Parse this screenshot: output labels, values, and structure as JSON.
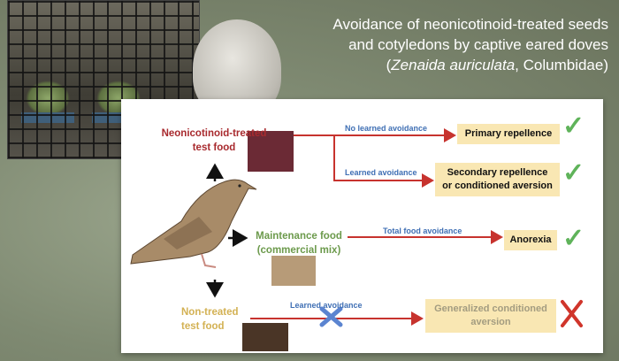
{
  "title": {
    "line1": "Avoidance of neonicotinoid-treated seeds",
    "line2": "and cotyledons by captive eared doves",
    "species": "Zenaida auriculata",
    "family": ", Columbidae)",
    "open": "("
  },
  "diagram": {
    "treated_food": {
      "line1": "Neonicotinoid-treated",
      "line2": "test food"
    },
    "maintenance_food": {
      "line1": "Maintenance food",
      "line2": "(commercial mix)"
    },
    "nontreated_food": {
      "line1": "Non-treated",
      "line2": "test food"
    },
    "paths": [
      {
        "label": "No learned avoidance",
        "outcome": "Primary repellence",
        "result": "✓"
      },
      {
        "label": "Learned avoidance",
        "outcome_line1": "Secondary repellence",
        "outcome_line2": "or conditioned aversion",
        "result": "✓"
      },
      {
        "label": "Total food avoidance",
        "outcome": "Anorexia",
        "result": "✓"
      },
      {
        "label": "Learned avoidance",
        "outcome_line1": "Generalized conditioned",
        "outcome_line2": "aversion",
        "result": "✗"
      }
    ]
  },
  "colors": {
    "red": "#a82a2e",
    "green": "#5fb35a",
    "blue": "#3f6fb4",
    "box": "#f9e7b3",
    "cross": "#d0352b"
  }
}
